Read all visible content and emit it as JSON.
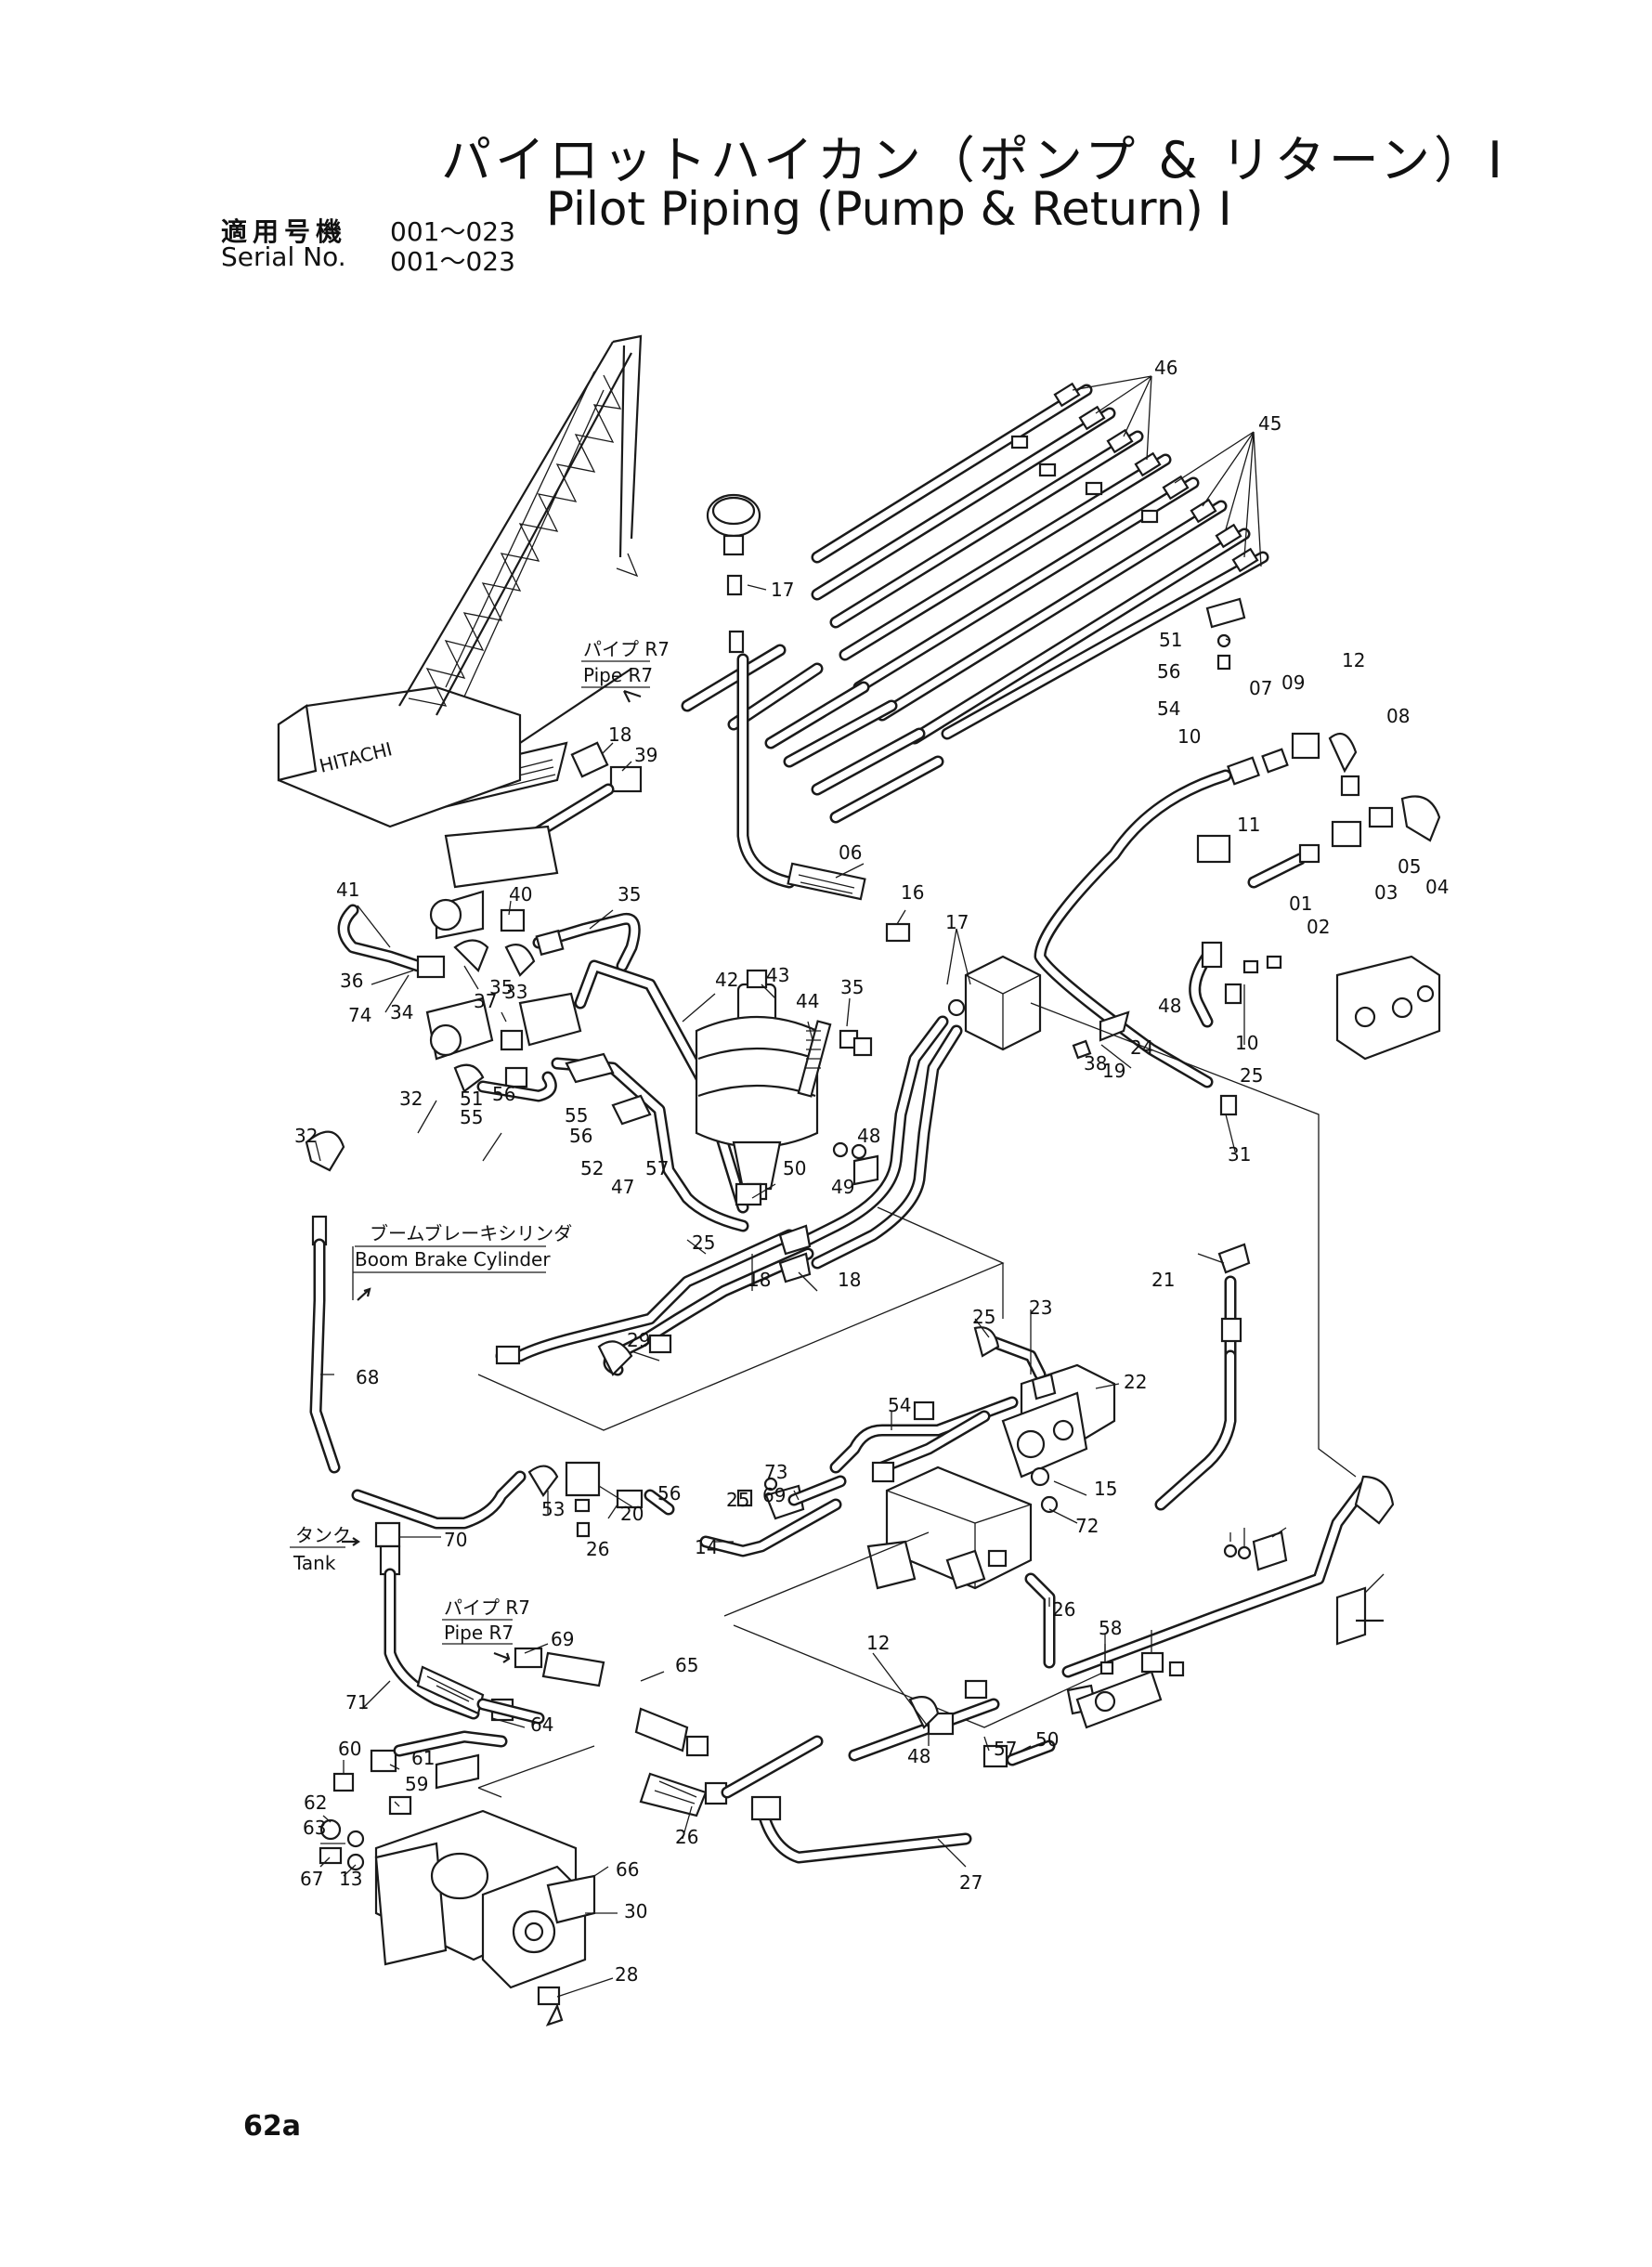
{
  "header": {
    "title_jp": "パイロットハイカン（ポンプ & リターン）I",
    "title_en": "Pilot Piping (Pump & Return) I",
    "serial_label_jp": "適用号機",
    "serial_value_jp": "001～023",
    "serial_label_en": "Serial No.",
    "serial_value_en": "001～023"
  },
  "annotations": {
    "pipe_r7_top_jp": "パイプ R7",
    "pipe_r7_top_en": "Pipe R7",
    "boom_brake_jp": "ブームブレーキシリンダ",
    "boom_brake_en": "Boom Brake Cylinder",
    "tank_jp": "タンク",
    "tank_en": "Tank",
    "pipe_r7_bottom_jp": "パイプ R7",
    "pipe_r7_bottom_en": "Pipe R7"
  },
  "crane": {
    "brand": "HITACHI"
  },
  "part_numbers": [
    "46",
    "45",
    "17",
    "51",
    "56",
    "54",
    "12",
    "09",
    "08",
    "07",
    "10",
    "11",
    "01",
    "02",
    "03",
    "04",
    "05",
    "06",
    "16",
    "17",
    "18",
    "39",
    "41",
    "40",
    "35",
    "36",
    "74",
    "37",
    "35",
    "33",
    "42",
    "43",
    "44",
    "35",
    "34",
    "32",
    "51",
    "56",
    "55",
    "55",
    "56",
    "52",
    "47",
    "57",
    "50",
    "48",
    "49",
    "48",
    "10",
    "25",
    "24",
    "38",
    "19",
    "31",
    "32",
    "68",
    "25",
    "18",
    "18",
    "29",
    "21",
    "25",
    "23",
    "22",
    "54",
    "56",
    "53",
    "20",
    "26",
    "25",
    "69",
    "73",
    "14",
    "15",
    "72",
    "70",
    "71",
    "69",
    "65",
    "64",
    "60",
    "61",
    "59",
    "62",
    "63",
    "67",
    "13",
    "66",
    "30",
    "28",
    "26",
    "27",
    "12",
    "26",
    "57",
    "50",
    "48",
    "58"
  ],
  "page_number": "62a"
}
